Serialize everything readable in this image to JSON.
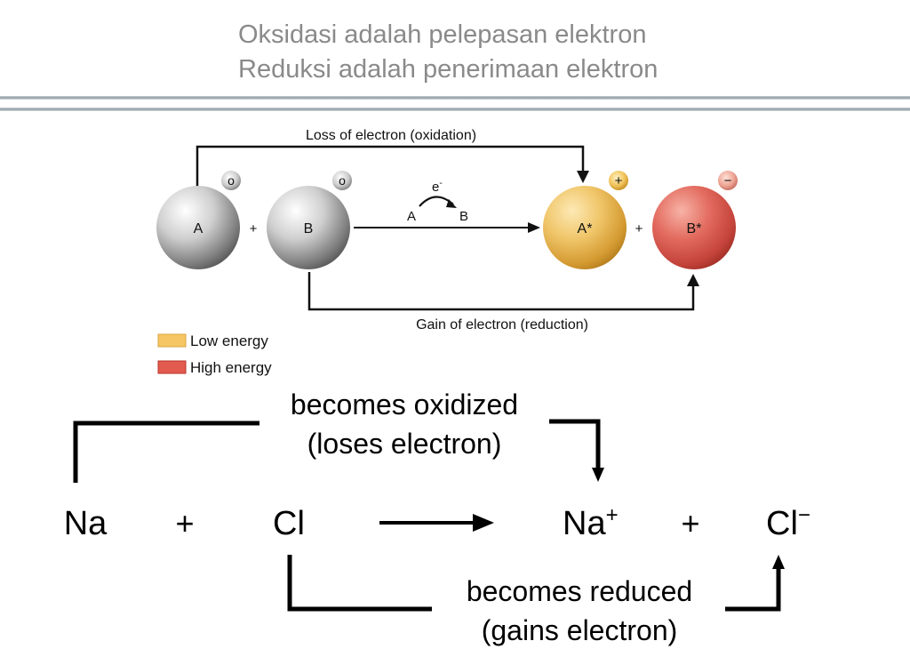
{
  "slide": {
    "title_lines": [
      "Oksidasi adalah pelepasan elektron",
      "Reduksi adalah penerimaan elektron"
    ]
  },
  "diagram": {
    "top_label": "Loss of electron (oxidation)",
    "bottom_label": "Gain of electron (reduction)",
    "reactants": [
      {
        "label": "A",
        "charge": "o",
        "color": "#bdbdbd"
      },
      {
        "label": "B",
        "charge": "o",
        "color": "#bdbdbd"
      }
    ],
    "products": [
      {
        "label": "A*",
        "charge": "+",
        "color": "#e8b24c"
      },
      {
        "label": "B*",
        "charge": "−",
        "color": "#d9544f"
      }
    ],
    "plus": "+",
    "transfer": {
      "electron": "e",
      "electron_sup": "-",
      "from": "A",
      "to": "B"
    },
    "legend": [
      {
        "label": "Low energy",
        "color": "#f5c663"
      },
      {
        "label": "High energy",
        "color": "#e35a4e"
      }
    ]
  },
  "equation": {
    "reactant_1": "Na",
    "reactant_2": "Cl",
    "plus": "+",
    "product_1": "Na",
    "product_1_sup": "+",
    "product_2": "Cl",
    "product_2_sup": "−",
    "oxidized_line_1": "becomes oxidized",
    "oxidized_line_2": "(loses electron)",
    "reduced_line_1": "becomes reduced",
    "reduced_line_2": "(gains electron)"
  }
}
